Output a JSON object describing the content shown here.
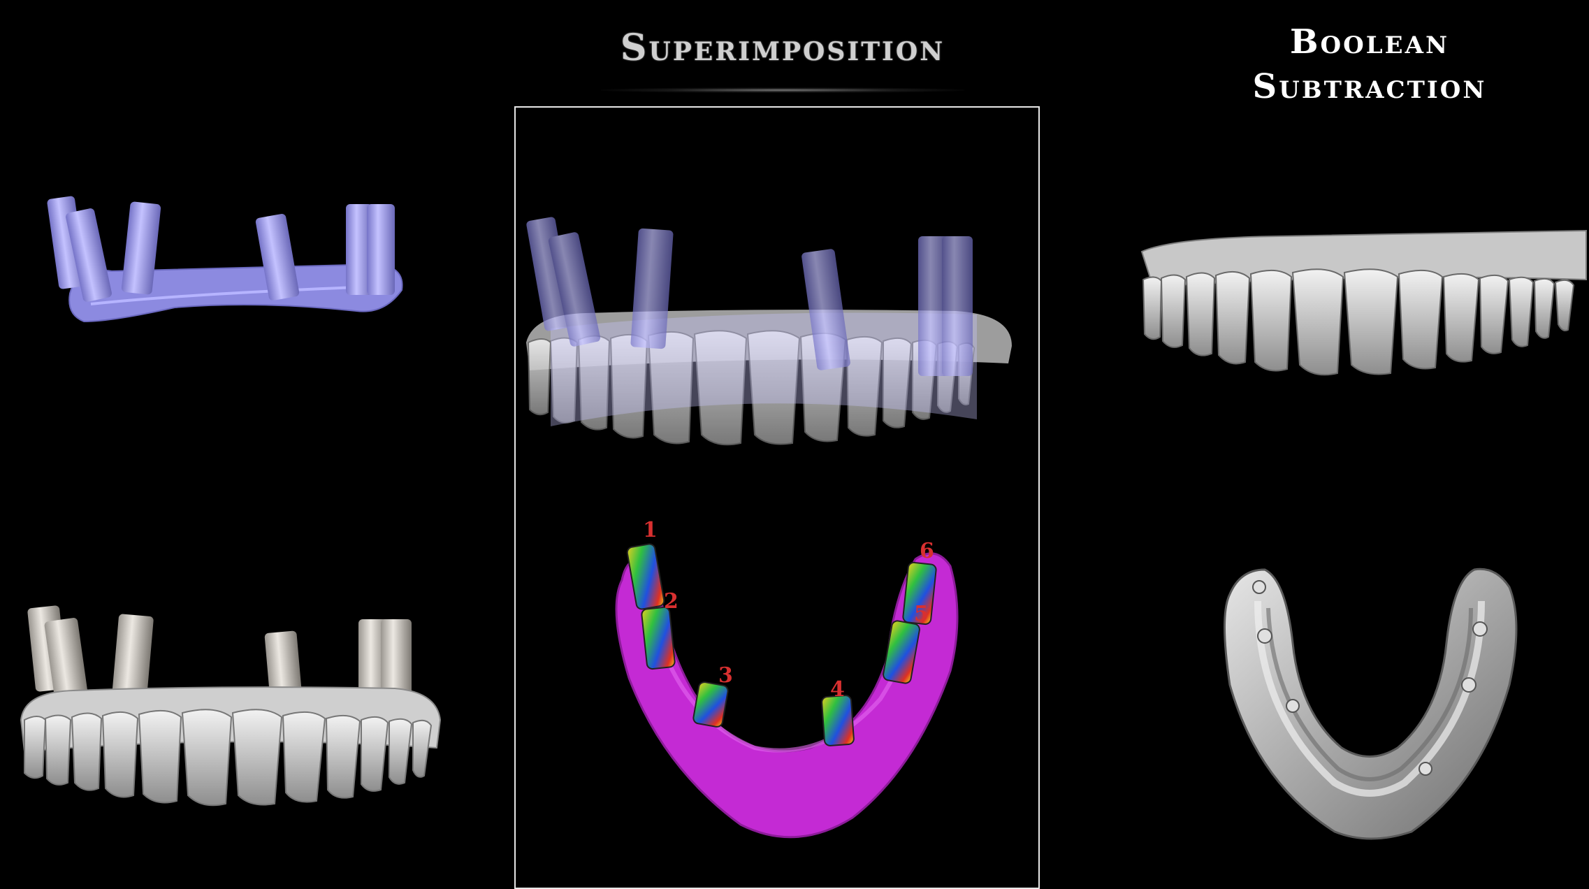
{
  "titles": {
    "superimposition": "Superimposition",
    "boolean_line1": "Boolean",
    "boolean_line2": "Subtraction"
  },
  "implant_labels": [
    "1",
    "2",
    "3",
    "4",
    "5",
    "6"
  ],
  "colors": {
    "background": "#000000",
    "scan_body_blue": "#9a98e8",
    "prosthesis_grey": "#d2d2d2",
    "gingiva_magenta": "#c82ad8",
    "label_red": "#d83030"
  }
}
